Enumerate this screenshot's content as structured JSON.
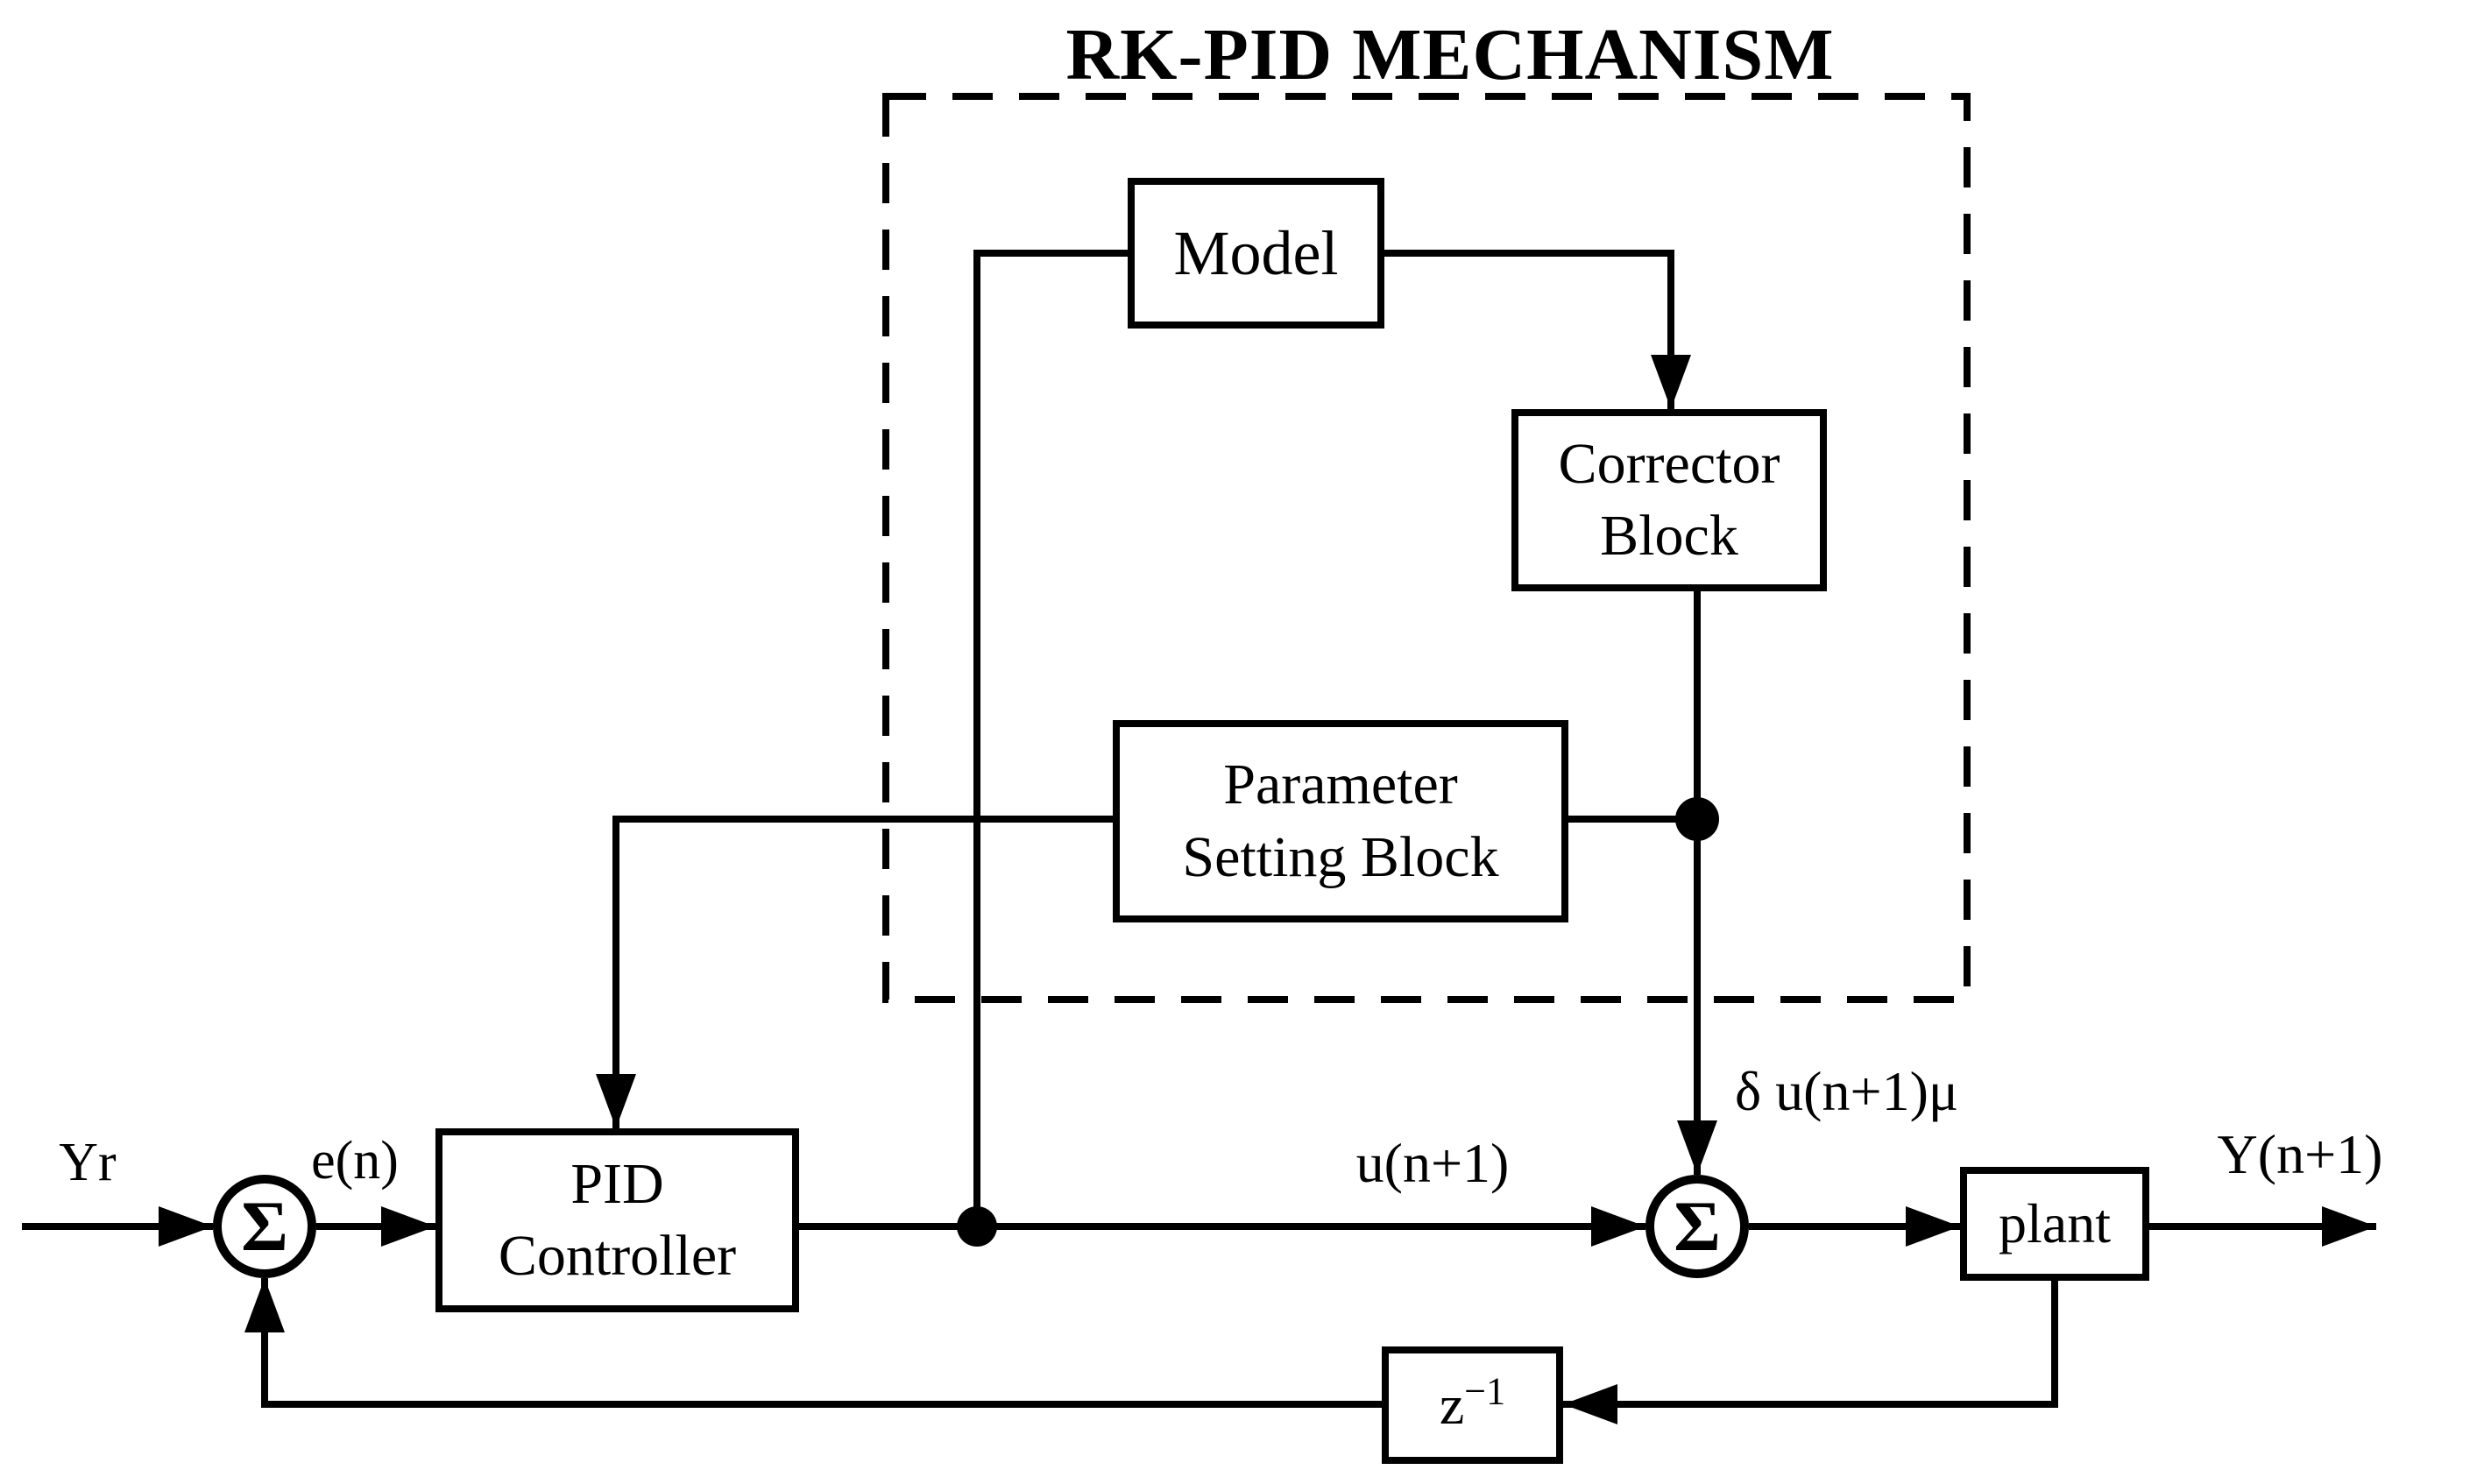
{
  "diagram": {
    "title": "RK-PID MECHANISM",
    "blocks": {
      "model": "Model",
      "corrector": {
        "line1": "Corrector",
        "line2": "Block"
      },
      "parameter": {
        "line1": "Parameter",
        "line2": "Setting Block"
      },
      "pid": {
        "line1": "PID",
        "line2": "Controller"
      },
      "plant": "plant",
      "delay": {
        "base": "z",
        "sup": "−1"
      }
    },
    "summing_junctions": {
      "sum1": "Σ",
      "sum2": "Σ"
    },
    "signals": {
      "input": "Yr",
      "error": "e(n)",
      "control": "u(n+1)",
      "correction": "δ u(n+1)μ",
      "output": "Y(n+1)"
    },
    "colors": {
      "line": "#000000",
      "background": "#ffffff"
    }
  }
}
